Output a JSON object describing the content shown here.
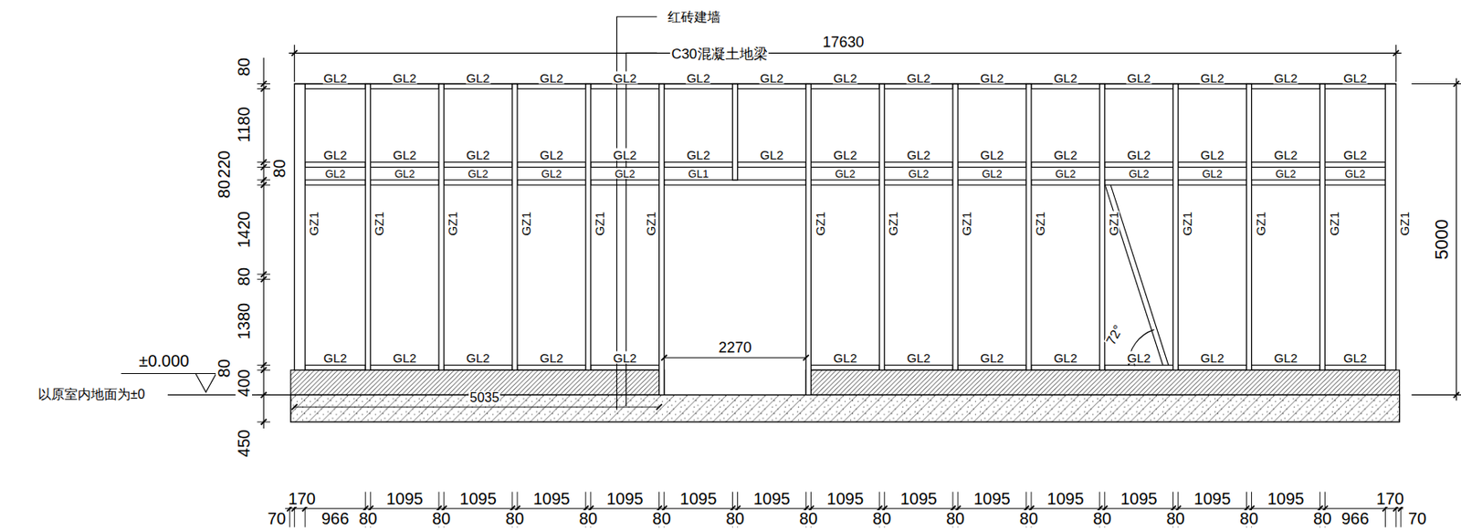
{
  "diagram": {
    "labels": [
      "红砖建墙",
      "C30混凝土地梁",
      "17630",
      "GL2",
      "GL2",
      "GL2",
      "GL2",
      "GL2",
      "GL2",
      "GL2",
      "GL2",
      "GL2",
      "GL2",
      "GL2",
      "GL2",
      "GL2",
      "GL2",
      "GL2",
      "GL2",
      "GL2",
      "GL2",
      "GL2",
      "GL2",
      "GL2",
      "GL2",
      "GL2",
      "GL2",
      "GL2",
      "GL2",
      "GL2",
      "GL2",
      "GL2",
      "GL2",
      "GL2",
      "GL2",
      "GL2",
      "GL2",
      "GL2",
      "GL1",
      "GL2",
      "GL2",
      "GL2",
      "GL2",
      "GL2",
      "GL2",
      "GL2",
      "GL2",
      "GZ1",
      "GZ1",
      "GZ1",
      "GZ1",
      "GZ1",
      "GZ1",
      "GZ1",
      "GZ1",
      "GZ1",
      "GZ1",
      "GZ1",
      "GZ1",
      "GZ1",
      "GZ1",
      "GZ1",
      "2270",
      "72°",
      "GL2",
      "GL2",
      "GL2",
      "GL2",
      "GL2",
      "GL2",
      "GL2",
      "GL2",
      "GL2",
      "GL2",
      "GL2",
      "GL2",
      "GL2",
      "±0.000",
      "以原室内地面为±0",
      "5035",
      "5000",
      "80",
      "1180",
      "220",
      "80",
      "80",
      "1420",
      "80",
      "1380",
      "80",
      "400",
      "450",
      "170",
      "1095",
      "1095",
      "1095",
      "1095",
      "1095",
      "1095",
      "1095",
      "1095",
      "1095",
      "1095",
      "1095",
      "1095",
      "1095",
      "170",
      "70",
      "966",
      "80",
      "80",
      "80",
      "80",
      "80",
      "80",
      "80",
      "80",
      "80",
      "80",
      "80",
      "80",
      "80",
      "80",
      "966",
      "70"
    ]
  }
}
